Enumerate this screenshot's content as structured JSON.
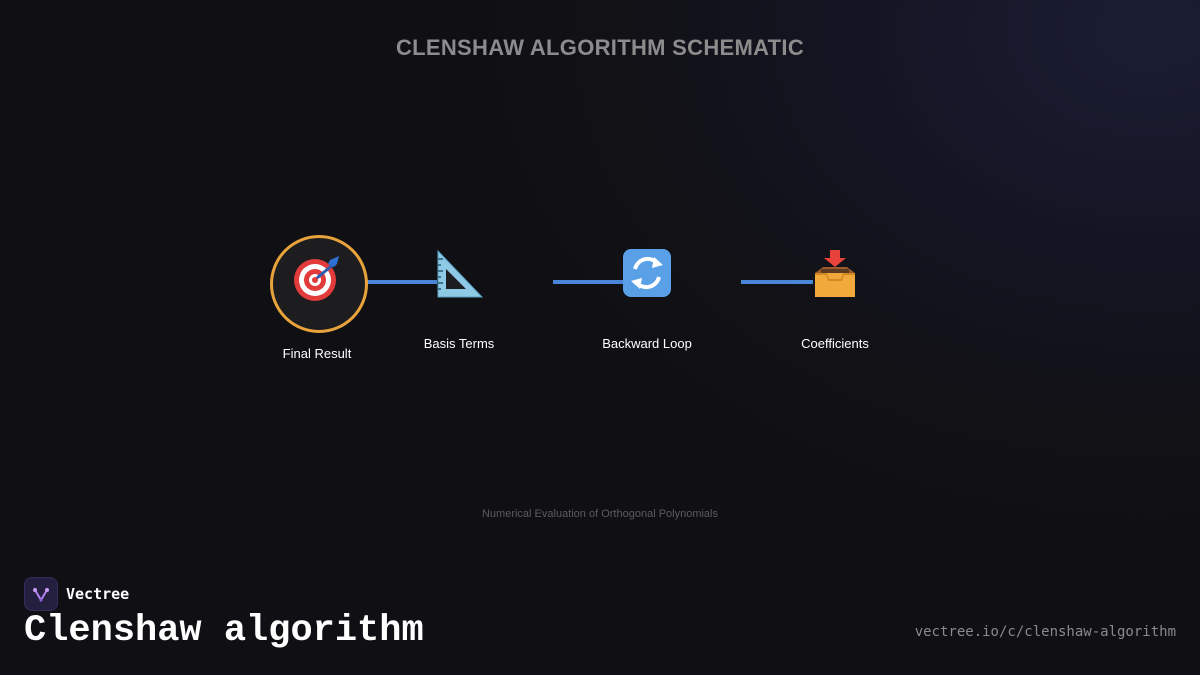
{
  "diagram": {
    "title": "CLENSHAW ALGORITHM SCHEMATIC",
    "subtitle": "Numerical Evaluation of Orthogonal Polynomials",
    "nodes": [
      {
        "label": "Final Result",
        "icon": "target-icon",
        "highlighted": true
      },
      {
        "label": "Basis Terms",
        "icon": "triangular-ruler-icon",
        "highlighted": false
      },
      {
        "label": "Backward Loop",
        "icon": "counterclockwise-arrows-icon",
        "highlighted": false
      },
      {
        "label": "Coefficients",
        "icon": "inbox-tray-icon",
        "highlighted": false
      }
    ],
    "colors": {
      "connector": "#4a86d8",
      "highlight_ring": "#e8a33b"
    }
  },
  "footer": {
    "brand_name": "Vectree",
    "page_title": "Clenshaw algorithm",
    "url": "vectree.io/c/clenshaw-algorithm"
  }
}
